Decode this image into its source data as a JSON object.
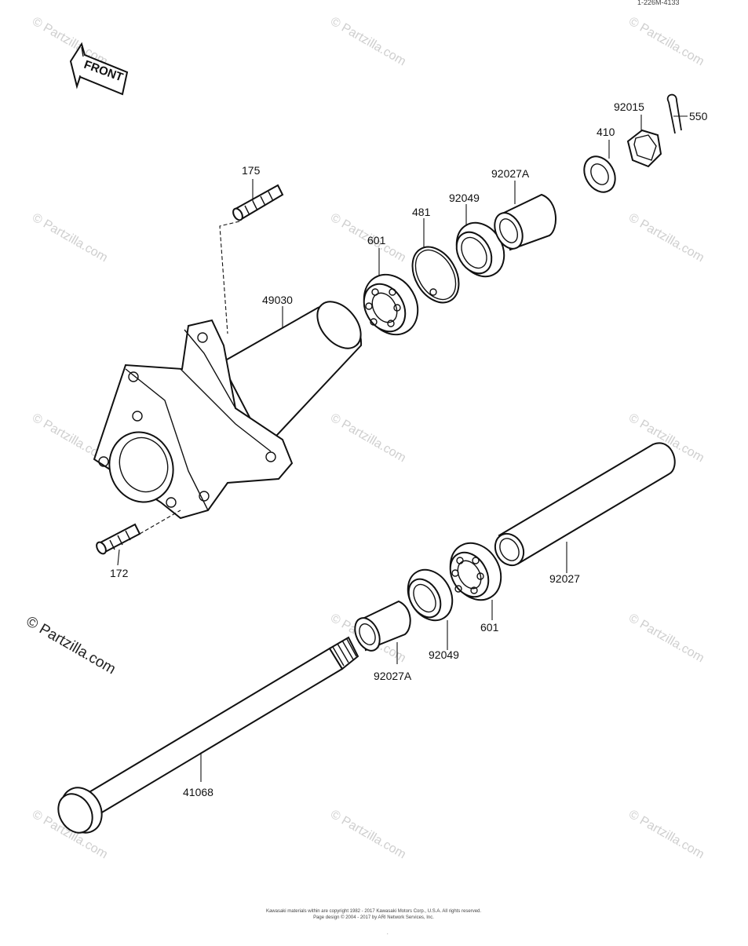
{
  "header_code": "1-226M-4133",
  "front_arrow_text": "FRONT",
  "watermark": {
    "text": "© Partzilla.com",
    "visible_text": "© Partzilla.com"
  },
  "parts": [
    {
      "id": "p175",
      "number": "175"
    },
    {
      "id": "p172",
      "number": "172"
    },
    {
      "id": "p49030",
      "number": "49030"
    },
    {
      "id": "p601a",
      "number": "601"
    },
    {
      "id": "p481",
      "number": "481"
    },
    {
      "id": "p92049a",
      "number": "92049"
    },
    {
      "id": "p92027Aa",
      "number": "92027A"
    },
    {
      "id": "p410",
      "number": "410"
    },
    {
      "id": "p92015",
      "number": "92015"
    },
    {
      "id": "p550",
      "number": "550"
    },
    {
      "id": "p92027",
      "number": "92027"
    },
    {
      "id": "p601b",
      "number": "601"
    },
    {
      "id": "p92049b",
      "number": "92049"
    },
    {
      "id": "p92027Ab",
      "number": "92027A"
    },
    {
      "id": "p41068",
      "number": "41068"
    }
  ],
  "footer": {
    "line1": "Kawasaki materials within are copyright 1982 - 2017 Kawasaki Motors Corp., U.S.A. All rights reserved.",
    "line2": "Page design © 2004 - 2017 by ARI Network Services, Inc.",
    "mark": "."
  }
}
